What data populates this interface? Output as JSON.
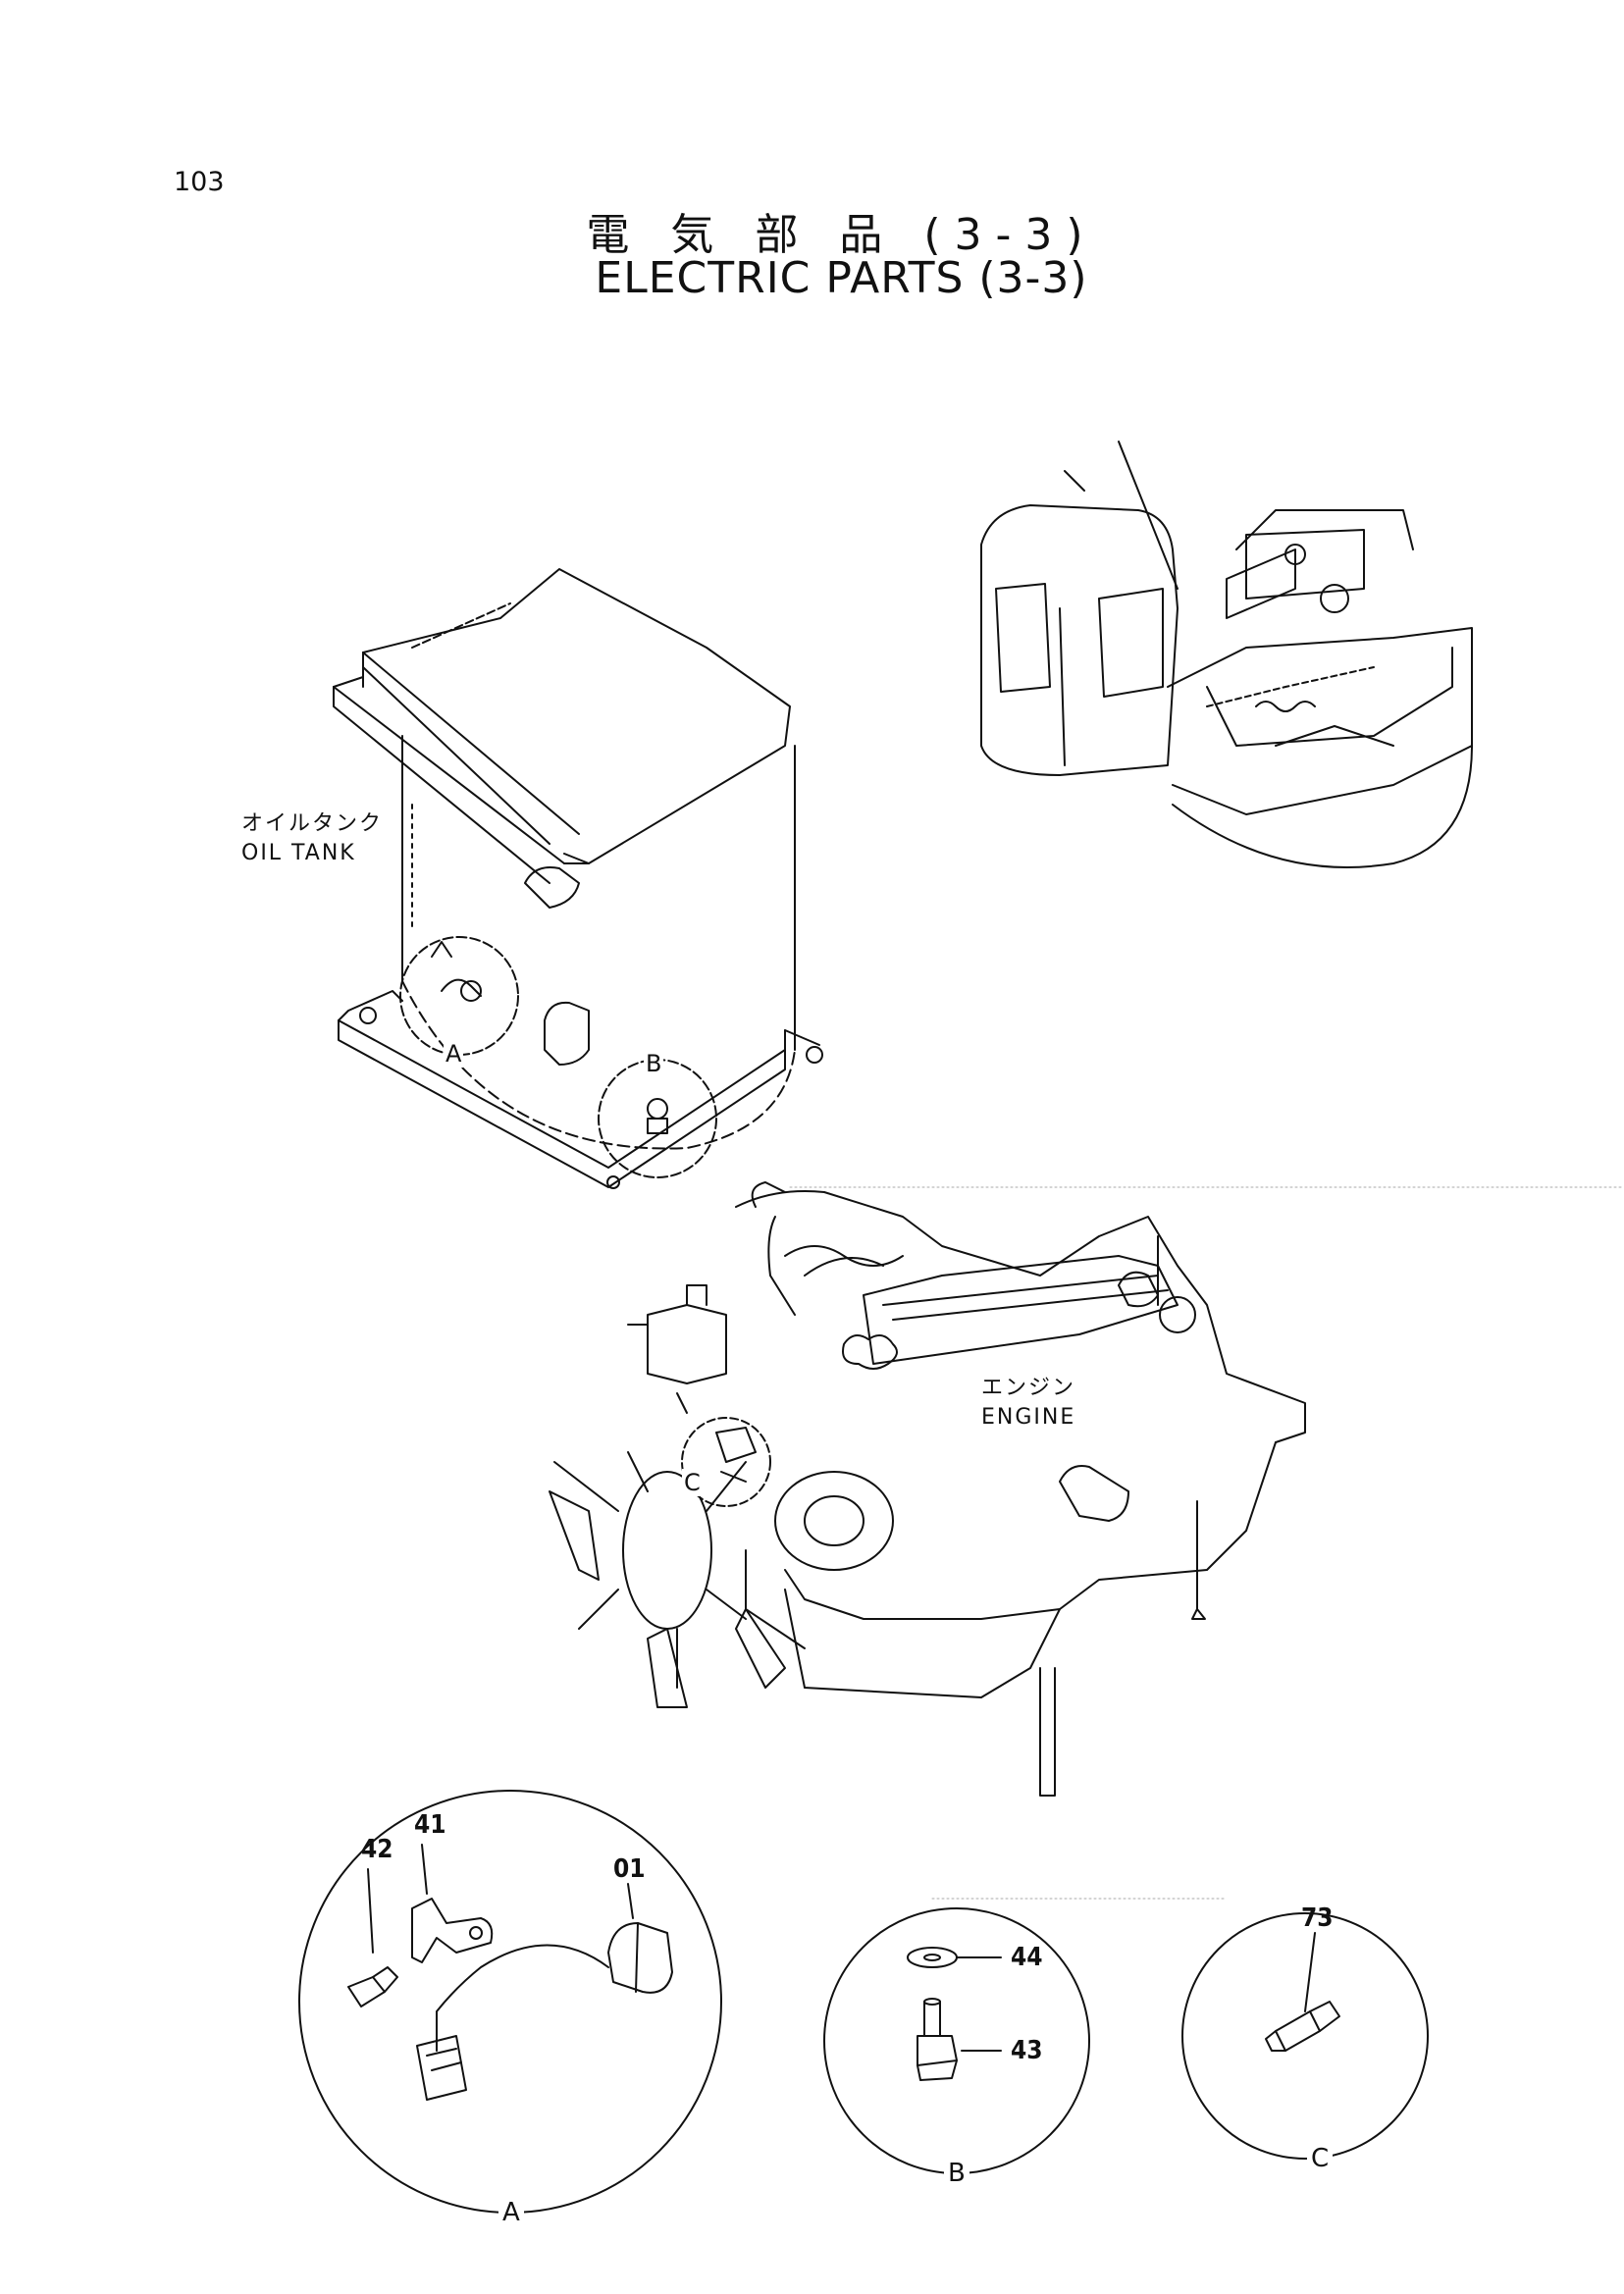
{
  "page_number": "103",
  "title": {
    "japanese": "電 気 部 品 (3-3)",
    "english": "ELECTRIC PARTS (3-3)"
  },
  "components": {
    "oil_tank": {
      "label_jp": "オイルタンク",
      "label_en": "OIL TANK"
    },
    "engine": {
      "label_jp": "エンジン",
      "label_en": "ENGINE"
    }
  },
  "inset_markers": {
    "a": "A",
    "b": "B",
    "c": "C"
  },
  "details": {
    "a": {
      "letter": "A",
      "parts": [
        "42",
        "41",
        "01"
      ]
    },
    "b": {
      "letter": "B",
      "parts": [
        "44",
        "43"
      ]
    },
    "c": {
      "letter": "C",
      "parts": [
        "73"
      ]
    }
  }
}
